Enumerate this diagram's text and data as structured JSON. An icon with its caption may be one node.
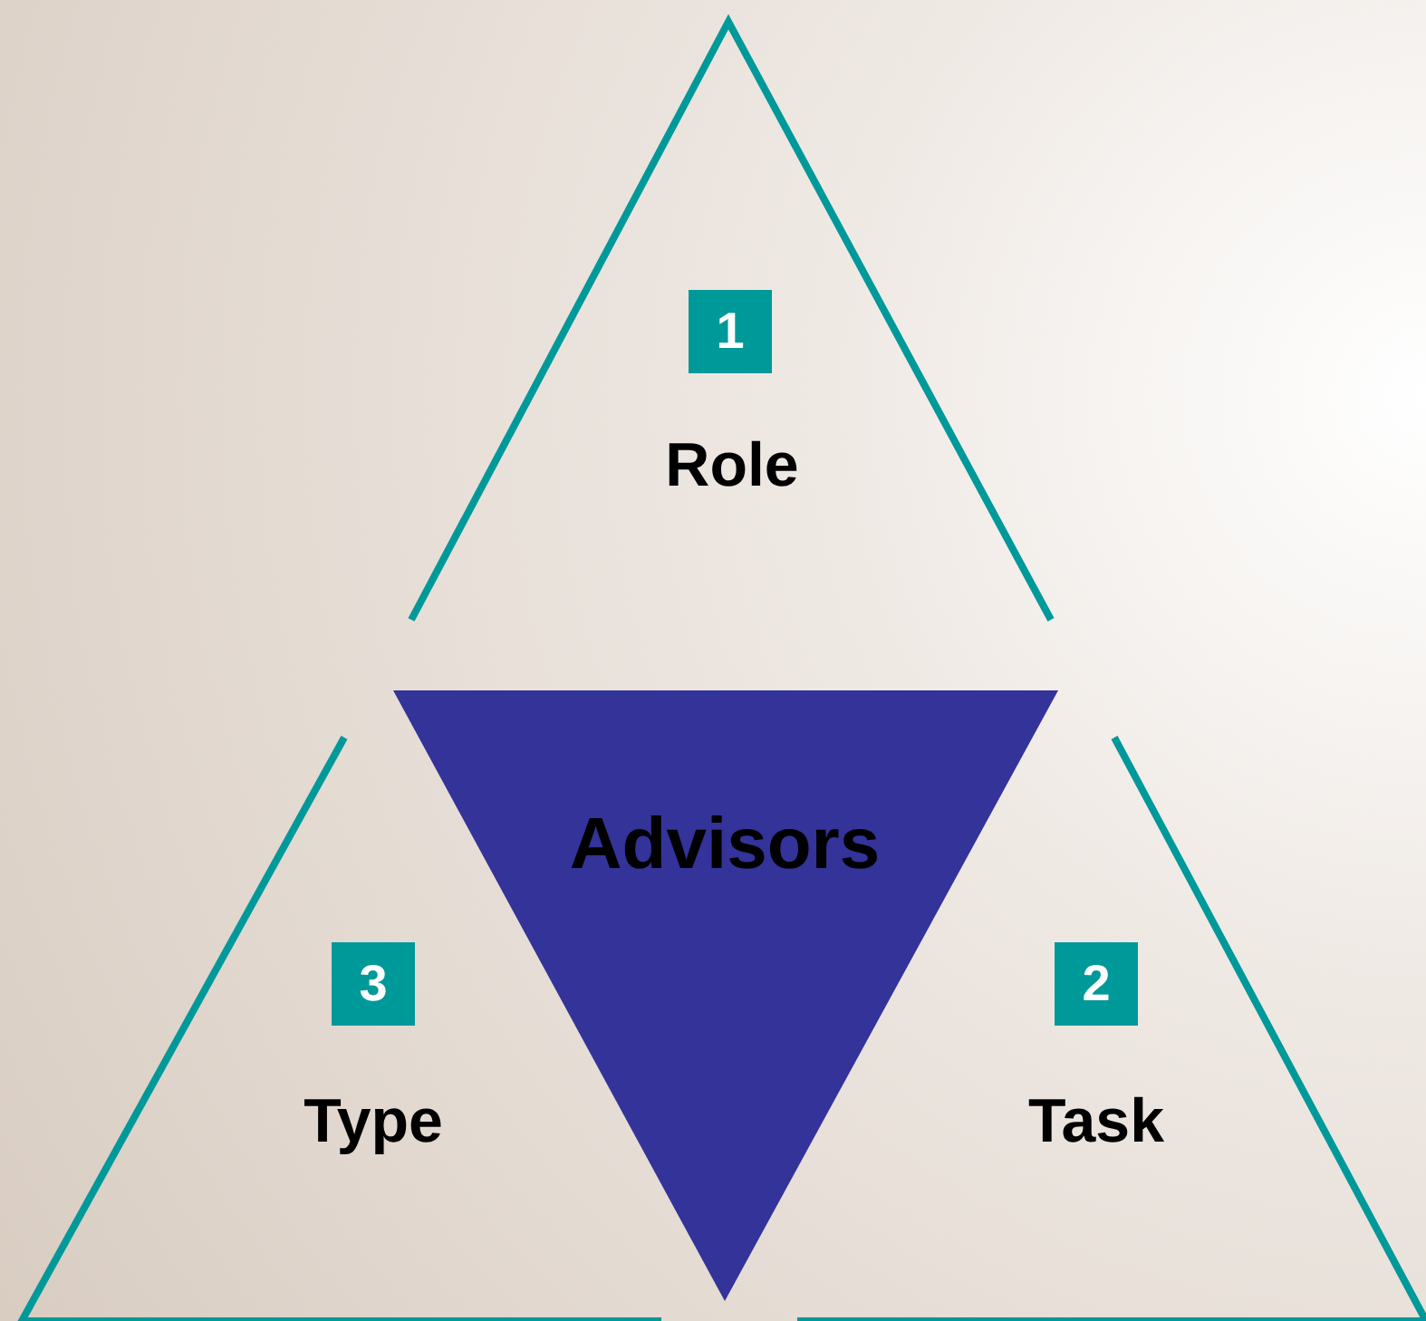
{
  "diagram": {
    "nodes": [
      {
        "text": [
          "1",
          "Role"
        ]
      },
      {
        "text": [
          "Advisors"
        ]
      },
      {
        "text": [
          "3",
          "Type"
        ]
      },
      {
        "text": [
          "2",
          "Task"
        ]
      }
    ]
  }
}
